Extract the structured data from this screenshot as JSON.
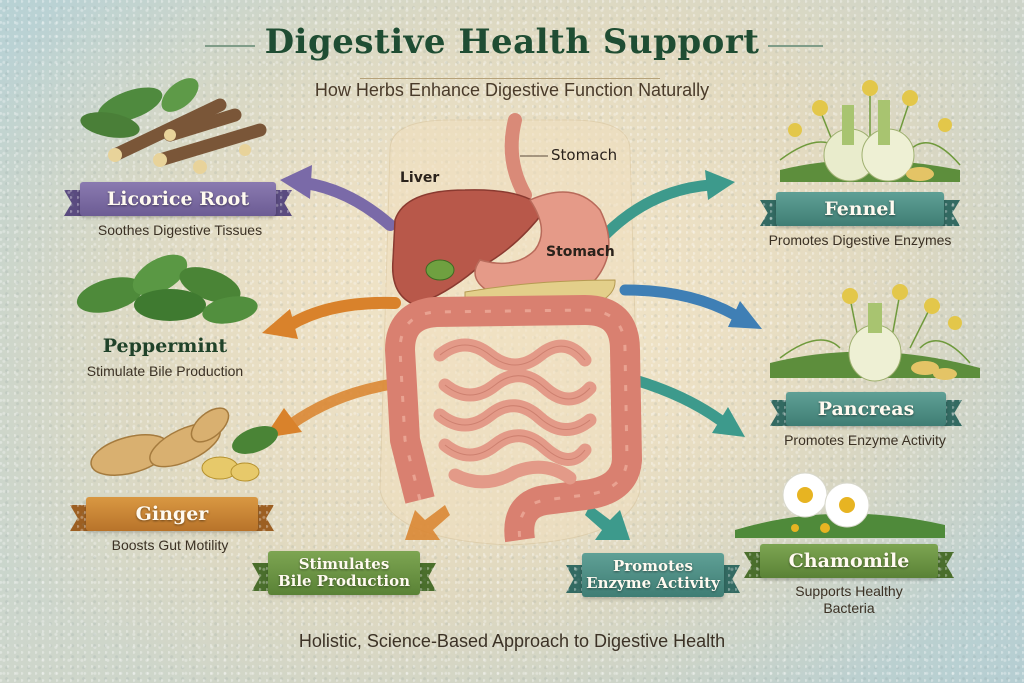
{
  "header": {
    "title": "Digestive Health Support",
    "subtitle": "How Herbs Enhance Digestive Function Naturally"
  },
  "anatomy": {
    "labels": {
      "liver": "Liver",
      "stomach_top": "Stomach",
      "stomach_mid": "Stomach"
    }
  },
  "herbs": {
    "licorice": {
      "name": "Licorice Root",
      "benefit": "Soothes Digestive Tissues",
      "color": "#6c5c94"
    },
    "peppermint": {
      "name": "Peppermint",
      "benefit": "Stimulate Bile Production",
      "color": "#1f4229"
    },
    "ginger": {
      "name": "Ginger",
      "benefit": "Boosts Gut Motility",
      "color": "#b8732a"
    },
    "fennel": {
      "name": "Fennel",
      "benefit": "Promotes Digestive Enzymes",
      "color": "#3f7d74"
    },
    "pancreas": {
      "name": "Pancreas",
      "benefit": "Promotes Enzyme Activity",
      "color": "#3f7d74"
    },
    "chamomile": {
      "name": "Chamomile",
      "benefit_line1": "Supports Healthy",
      "benefit_line2": "Bacteria",
      "color": "#5a8236"
    }
  },
  "bottom_banners": {
    "bile": {
      "line1": "Stimulates",
      "line2": "Bile Production",
      "color": "#5a8236"
    },
    "enzyme": {
      "line1": "Promotes",
      "line2": "Enzyme Activity",
      "color": "#3f7d74"
    }
  },
  "arrows": {
    "purple": "#7a6aa8",
    "orange": "#d9822b",
    "teal": "#3d9a8c",
    "blue": "#3f7fb5"
  },
  "footer": {
    "tagline": "Holistic, Science-Based Approach to Digestive Health"
  }
}
